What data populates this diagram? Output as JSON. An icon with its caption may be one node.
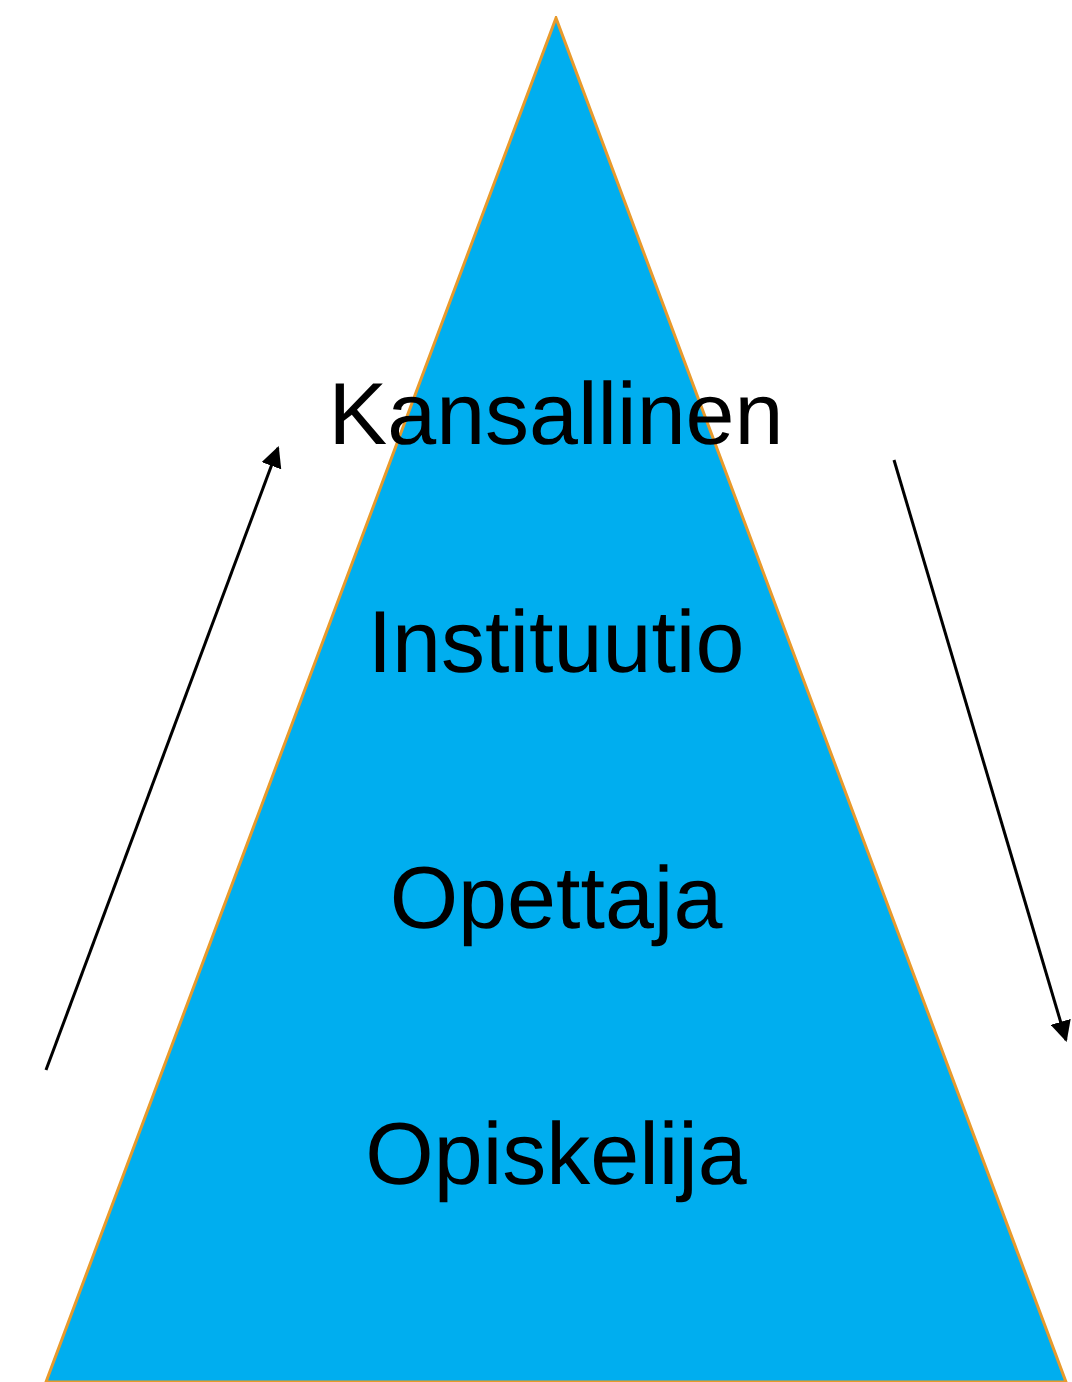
{
  "diagram": {
    "nodes": [
      {
        "text": [
          "Kansallinen",
          "Instituutio",
          "Opettaja",
          "Opiskelija"
        ]
      }
    ]
  }
}
